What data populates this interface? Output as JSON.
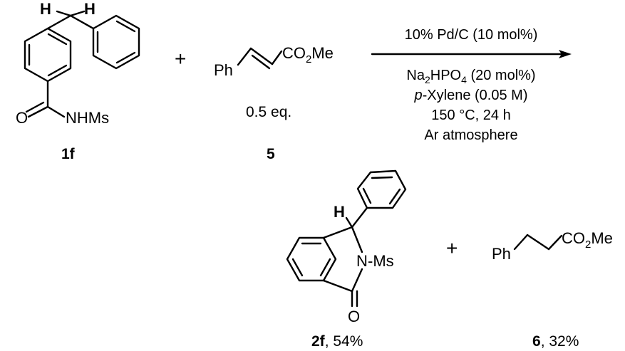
{
  "reactant_1f": {
    "label": "1f",
    "atom_h_left": "H",
    "atom_h_right": "H",
    "atom_o": "O",
    "group_nhms": "NHMs"
  },
  "reactant_5": {
    "label": "5",
    "group_ph": "Ph",
    "group_co2me_a": "CO",
    "group_co2me_sub": "2",
    "group_co2me_b": "Me",
    "equiv": "0.5 eq."
  },
  "plus_sign": "+",
  "conditions": {
    "catalyst": "10% Pd/C (10 mol%)",
    "base_a": "Na",
    "base_sub1": "2",
    "base_b": "HPO",
    "base_sub2": "4",
    "base_c": " (20 mol%)",
    "solvent_prefix": "p",
    "solvent_rest": "-Xylene (0.05 M)",
    "temp_time": "150 °C, 24 h",
    "atmosphere": "Ar atmosphere"
  },
  "product_2f": {
    "label": "2f",
    "yield": ", 54%",
    "atom_h": "H",
    "atom_n": "N",
    "group_ms": "-Ms",
    "atom_o": "O"
  },
  "product_6": {
    "label": "6",
    "yield": ", 32%",
    "group_ph": "Ph",
    "group_co2me_a": "CO",
    "group_co2me_sub": "2",
    "group_co2me_b": "Me"
  }
}
